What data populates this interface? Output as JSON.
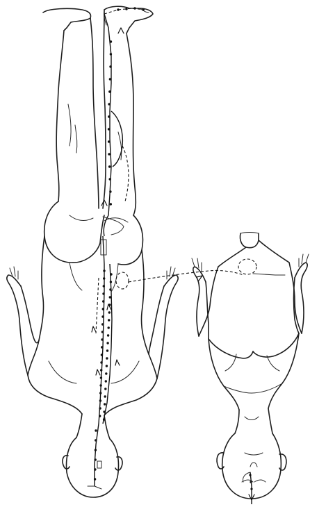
{
  "figure": {
    "left_figure": "back-view",
    "right_figure": "front-view",
    "orientation": "inverted",
    "line_color": "#1e1e1e",
    "background": "#ffffff"
  }
}
